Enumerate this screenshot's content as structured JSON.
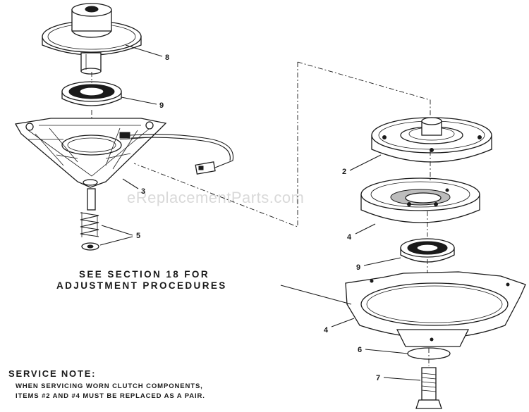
{
  "watermark": "eReplacementParts.com",
  "callouts": {
    "c8": "8",
    "c9_top": "9",
    "c3": "3",
    "c5": "5",
    "c2": "2",
    "c4_upper": "4",
    "c9_lower": "9",
    "c4_lower": "4",
    "c6": "6",
    "c7": "7"
  },
  "section_note": {
    "line1": "SEE SECTION 18 FOR",
    "line2": "ADJUSTMENT PROCEDURES"
  },
  "service_note": {
    "title": "SERVICE NOTE:",
    "line1": "WHEN SERVICING WORN CLUTCH COMPONENTS,",
    "line2": "ITEMS #2 AND #4 MUST BE REPLACED AS A PAIR."
  }
}
